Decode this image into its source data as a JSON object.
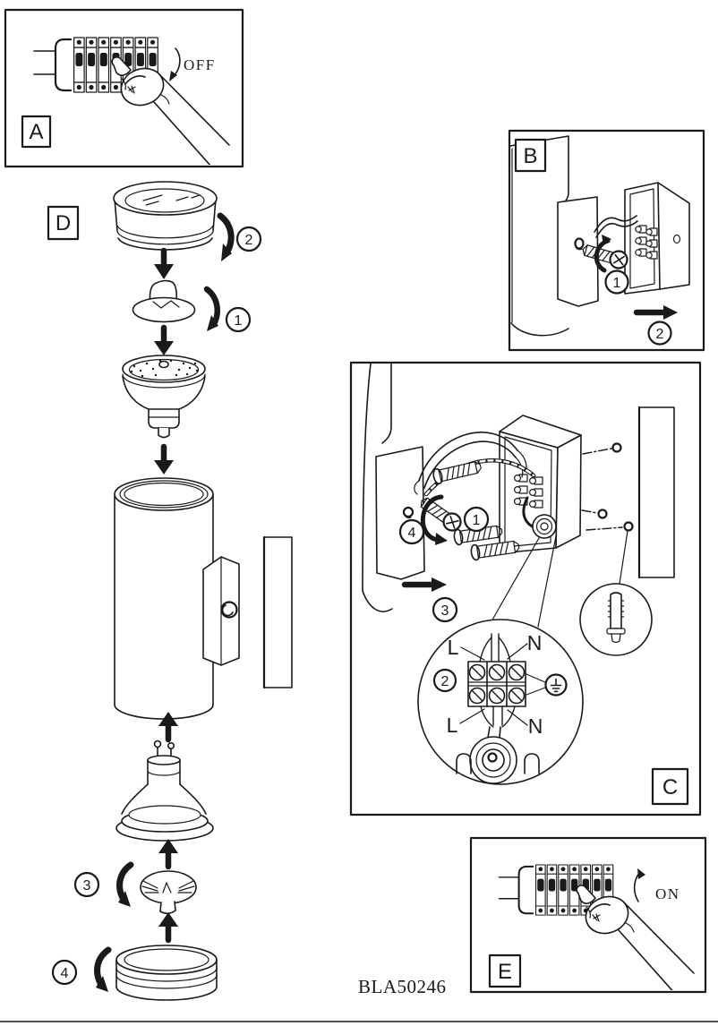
{
  "colors": {
    "ink": "#1a1a1a",
    "paper": "#ffffff"
  },
  "footer": {
    "part_code": "BLA50246"
  },
  "panels": {
    "a": {
      "label": "A",
      "switch_state": "OFF"
    },
    "b": {
      "label": "B",
      "step1": "1",
      "step2": "2"
    },
    "c": {
      "label": "C",
      "step1": "1",
      "step2": "2",
      "step3": "3",
      "step4": "4",
      "wiring": {
        "live_top": "L",
        "neutral_top": "N",
        "live_bottom": "L",
        "neutral_bottom": "N"
      }
    },
    "d": {
      "label": "D",
      "step1": "1",
      "step2": "2",
      "step3": "3",
      "step4": "4"
    },
    "e": {
      "label": "E",
      "switch_state": "ON"
    }
  }
}
